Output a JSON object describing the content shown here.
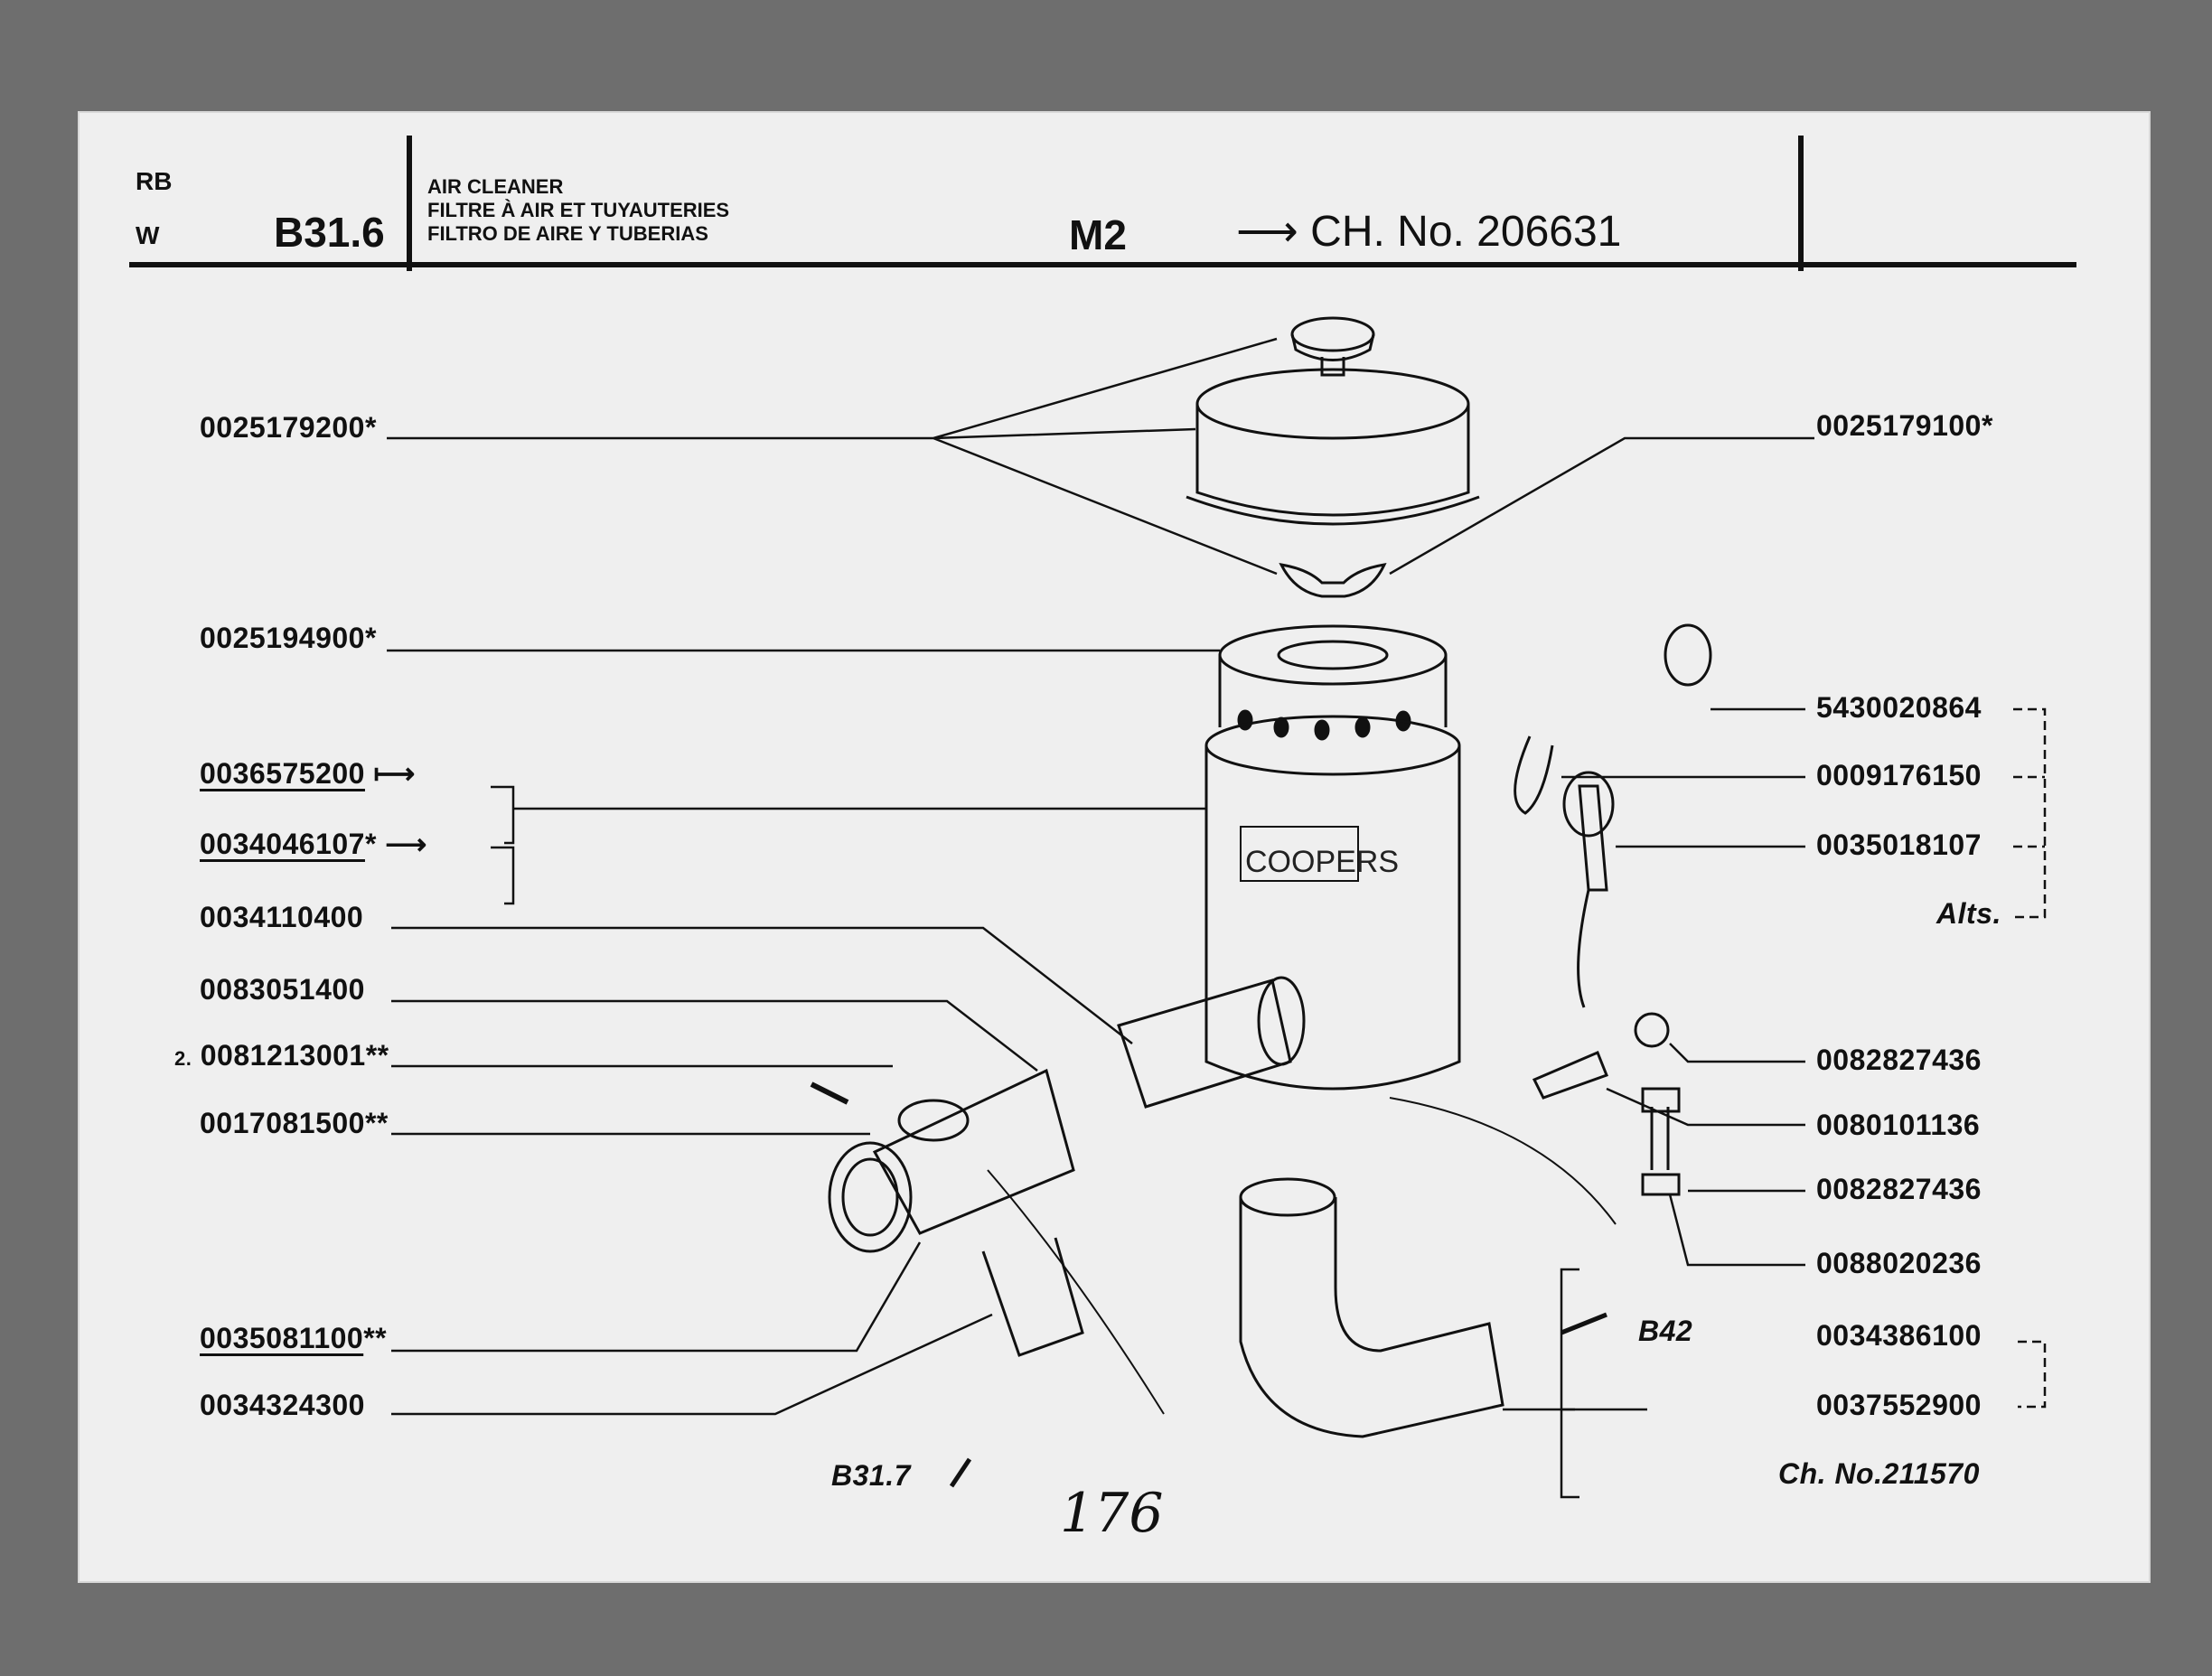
{
  "header": {
    "left_top": "RB",
    "left_bottom": "W",
    "section_code": "B31.6",
    "title_en": "AIR CLEANER",
    "title_fr": "FILTRE À AIR ET TUYAUTERIES",
    "title_es": "FILTRO DE AIRE Y TUBERIAS",
    "model": "M2",
    "chassis_from": "⟶ CH. No. 206631"
  },
  "labels_left": [
    {
      "part": "0025179200",
      "suffix": "*"
    },
    {
      "part": "0025194900",
      "suffix": "*"
    },
    {
      "part": "0036575200",
      "suffix": ""
    },
    {
      "part": "0034046107",
      "suffix": "*"
    },
    {
      "part": "0034110400",
      "suffix": ""
    },
    {
      "part": "0083051400",
      "suffix": ""
    },
    {
      "part": "0081213001",
      "suffix": "**",
      "qty": "2."
    },
    {
      "part": "0017081500",
      "suffix": "**"
    },
    {
      "part": "0035081100",
      "suffix": "**"
    },
    {
      "part": "0034324300",
      "suffix": ""
    }
  ],
  "labels_right": [
    {
      "part": "0025179100",
      "suffix": "*"
    },
    {
      "part": "5430020864",
      "suffix": ""
    },
    {
      "part": "0009176150",
      "suffix": ""
    },
    {
      "part": "0035018107",
      "suffix": ""
    },
    {
      "part": "0082827436",
      "suffix": ""
    },
    {
      "part": "0080101136",
      "suffix": ""
    },
    {
      "part": "0082827436",
      "suffix": ""
    },
    {
      "part": "0088020236",
      "suffix": ""
    },
    {
      "part": "0034386100",
      "suffix": ""
    },
    {
      "part": "0037552900",
      "suffix": ""
    }
  ],
  "notes": {
    "alts": "Alts.",
    "chassis_to": "Ch. No.211570",
    "ref_b42": "B42",
    "ref_b317": "B31.7",
    "page_number": "176",
    "brand_on_canister": "COOPERS"
  }
}
